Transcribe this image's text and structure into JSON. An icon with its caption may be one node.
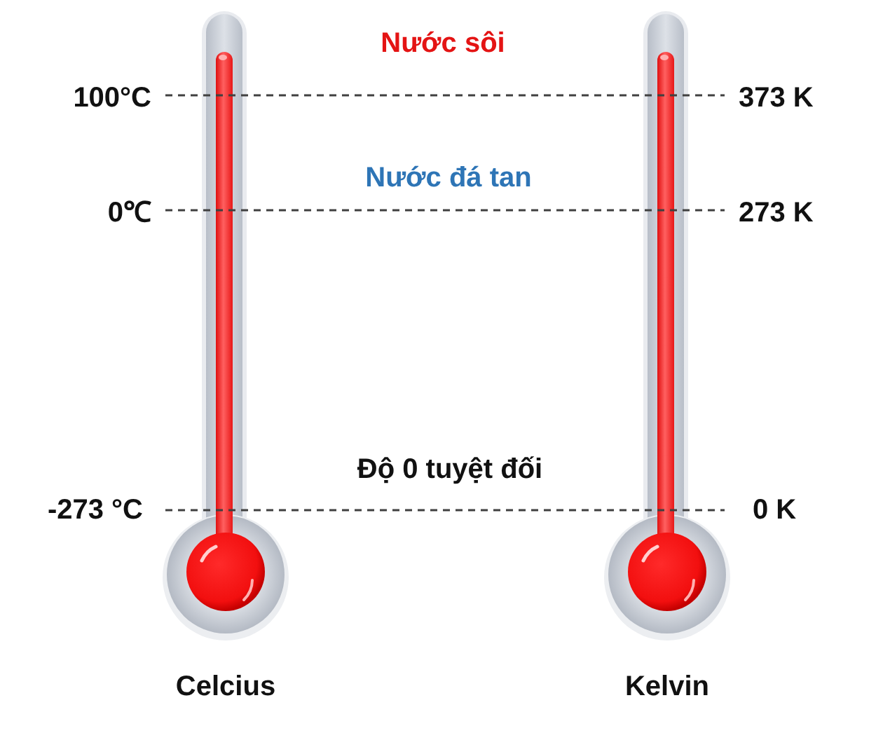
{
  "diagram": {
    "nodes": [
      {
        "text": [
          "100°C"
        ]
      },
      {
        "text": [
          "373 K"
        ]
      },
      {
        "text": [
          "0℃"
        ]
      },
      {
        "text": [
          "273 K"
        ]
      },
      {
        "text": [
          "-273 °C"
        ]
      },
      {
        "text": [
          "0 K"
        ]
      }
    ],
    "edges": [
      {
        "from": 0,
        "to": 1,
        "arrow": "none",
        "style": "dashed"
      },
      {
        "from": 2,
        "to": 3,
        "arrow": "none",
        "style": "dashed"
      },
      {
        "from": 4,
        "to": 5,
        "arrow": "none",
        "style": "dashed"
      }
    ],
    "labels": [
      "Nước sôi",
      "Nước đá tan",
      "Độ 0 tuyệt đối",
      "Celcius",
      "Kelvin"
    ]
  }
}
